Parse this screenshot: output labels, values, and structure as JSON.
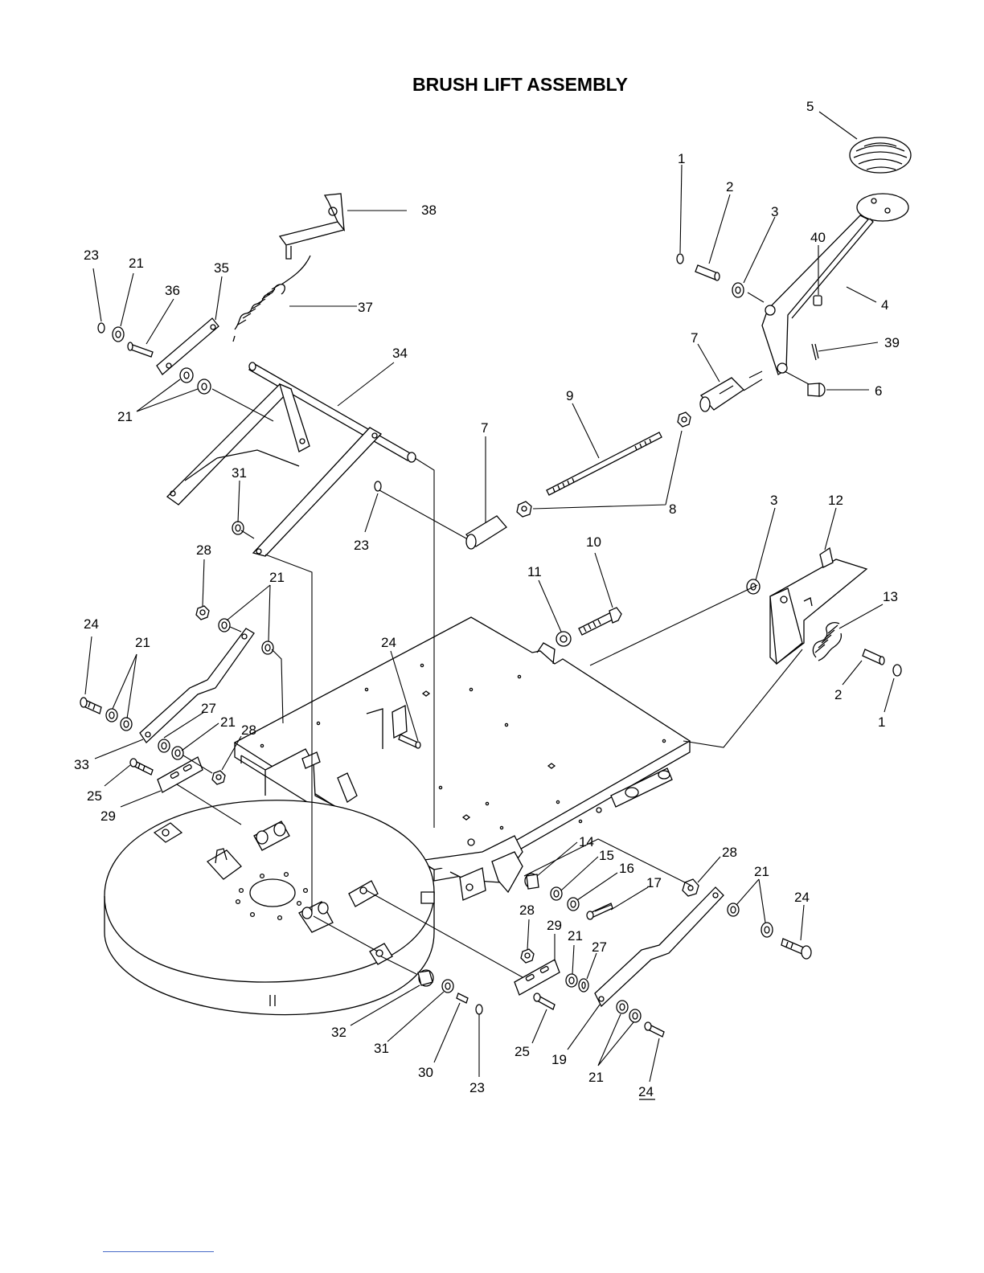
{
  "title": "BRUSH LIFT ASSEMBLY",
  "callouts": [
    {
      "id": "c1a",
      "text": "1"
    },
    {
      "id": "c2a",
      "text": "2"
    },
    {
      "id": "c3a",
      "text": "3"
    },
    {
      "id": "c40",
      "text": "40"
    },
    {
      "id": "c4",
      "text": "4"
    },
    {
      "id": "c5",
      "text": "5"
    },
    {
      "id": "c39",
      "text": "39"
    },
    {
      "id": "c6",
      "text": "6"
    },
    {
      "id": "c7a",
      "text": "7"
    },
    {
      "id": "c38",
      "text": "38"
    },
    {
      "id": "c37",
      "text": "37"
    },
    {
      "id": "c23a",
      "text": "23"
    },
    {
      "id": "c21a",
      "text": "21"
    },
    {
      "id": "c36",
      "text": "36"
    },
    {
      "id": "c35",
      "text": "35"
    },
    {
      "id": "c21b",
      "text": "21"
    },
    {
      "id": "c34",
      "text": "34"
    },
    {
      "id": "c9",
      "text": "9"
    },
    {
      "id": "c7b",
      "text": "7"
    },
    {
      "id": "c8",
      "text": "8"
    },
    {
      "id": "c31a",
      "text": "31"
    },
    {
      "id": "c23b",
      "text": "23"
    },
    {
      "id": "c28a",
      "text": "28"
    },
    {
      "id": "c21c",
      "text": "21"
    },
    {
      "id": "c10",
      "text": "10"
    },
    {
      "id": "c11",
      "text": "11"
    },
    {
      "id": "c3b",
      "text": "3"
    },
    {
      "id": "c12",
      "text": "12"
    },
    {
      "id": "c13",
      "text": "13"
    },
    {
      "id": "c2b",
      "text": "2"
    },
    {
      "id": "c1b",
      "text": "1"
    },
    {
      "id": "c24a",
      "text": "24"
    },
    {
      "id": "c21d",
      "text": "21"
    },
    {
      "id": "c24b",
      "text": "24"
    },
    {
      "id": "c27a",
      "text": "27"
    },
    {
      "id": "c21e",
      "text": "21"
    },
    {
      "id": "c28b",
      "text": "28"
    },
    {
      "id": "c33",
      "text": "33"
    },
    {
      "id": "c25a",
      "text": "25"
    },
    {
      "id": "c29a",
      "text": "29"
    },
    {
      "id": "c14",
      "text": "14"
    },
    {
      "id": "c15",
      "text": "15"
    },
    {
      "id": "c16",
      "text": "16"
    },
    {
      "id": "c17",
      "text": "17"
    },
    {
      "id": "c28c",
      "text": "28"
    },
    {
      "id": "c21f",
      "text": "21"
    },
    {
      "id": "c24c",
      "text": "24"
    },
    {
      "id": "c28d",
      "text": "28"
    },
    {
      "id": "c29b",
      "text": "29"
    },
    {
      "id": "c21g",
      "text": "21"
    },
    {
      "id": "c27b",
      "text": "27"
    },
    {
      "id": "c32",
      "text": "32"
    },
    {
      "id": "c31b",
      "text": "31"
    },
    {
      "id": "c30",
      "text": "30"
    },
    {
      "id": "c23c",
      "text": "23"
    },
    {
      "id": "c25b",
      "text": "25"
    },
    {
      "id": "c19",
      "text": "19"
    },
    {
      "id": "c21h",
      "text": "21"
    },
    {
      "id": "c24d",
      "text": "24"
    }
  ]
}
